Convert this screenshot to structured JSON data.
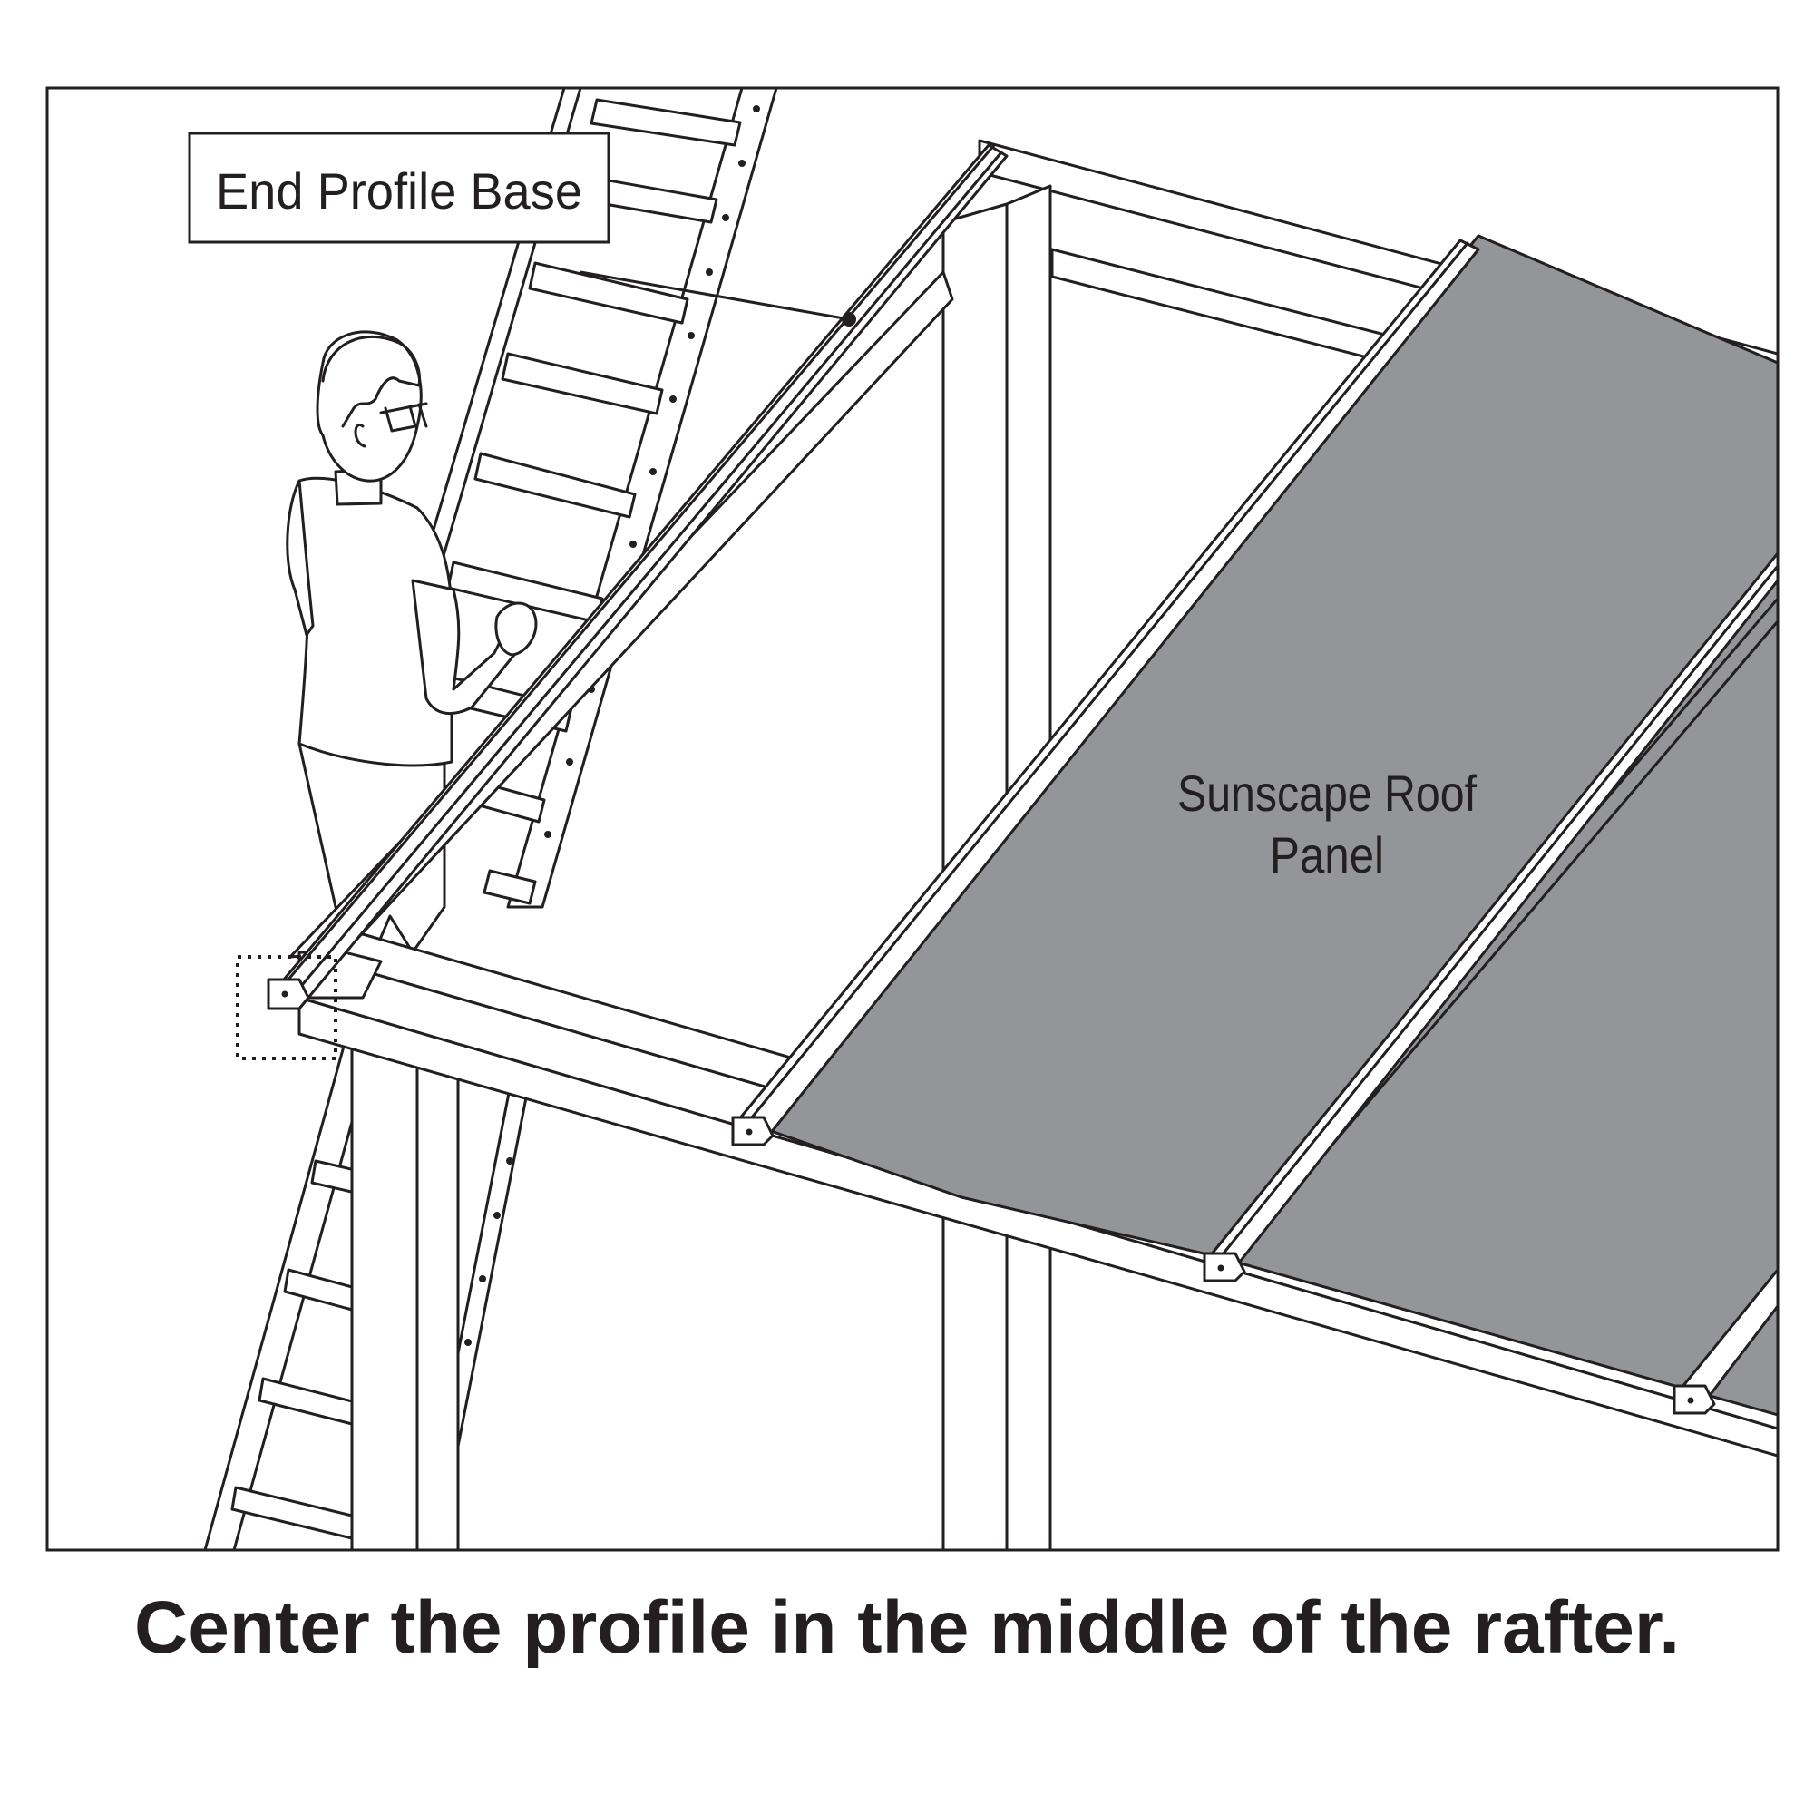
{
  "callouts": {
    "end_profile_base": "End Profile Base",
    "panel_line1": "Sunscape Roof",
    "panel_line2": "Panel"
  },
  "caption": "Center the profile in the middle of the rafter.",
  "colors": {
    "ink": "#231f20",
    "panel_fill": "#939598",
    "background": "#ffffff"
  }
}
